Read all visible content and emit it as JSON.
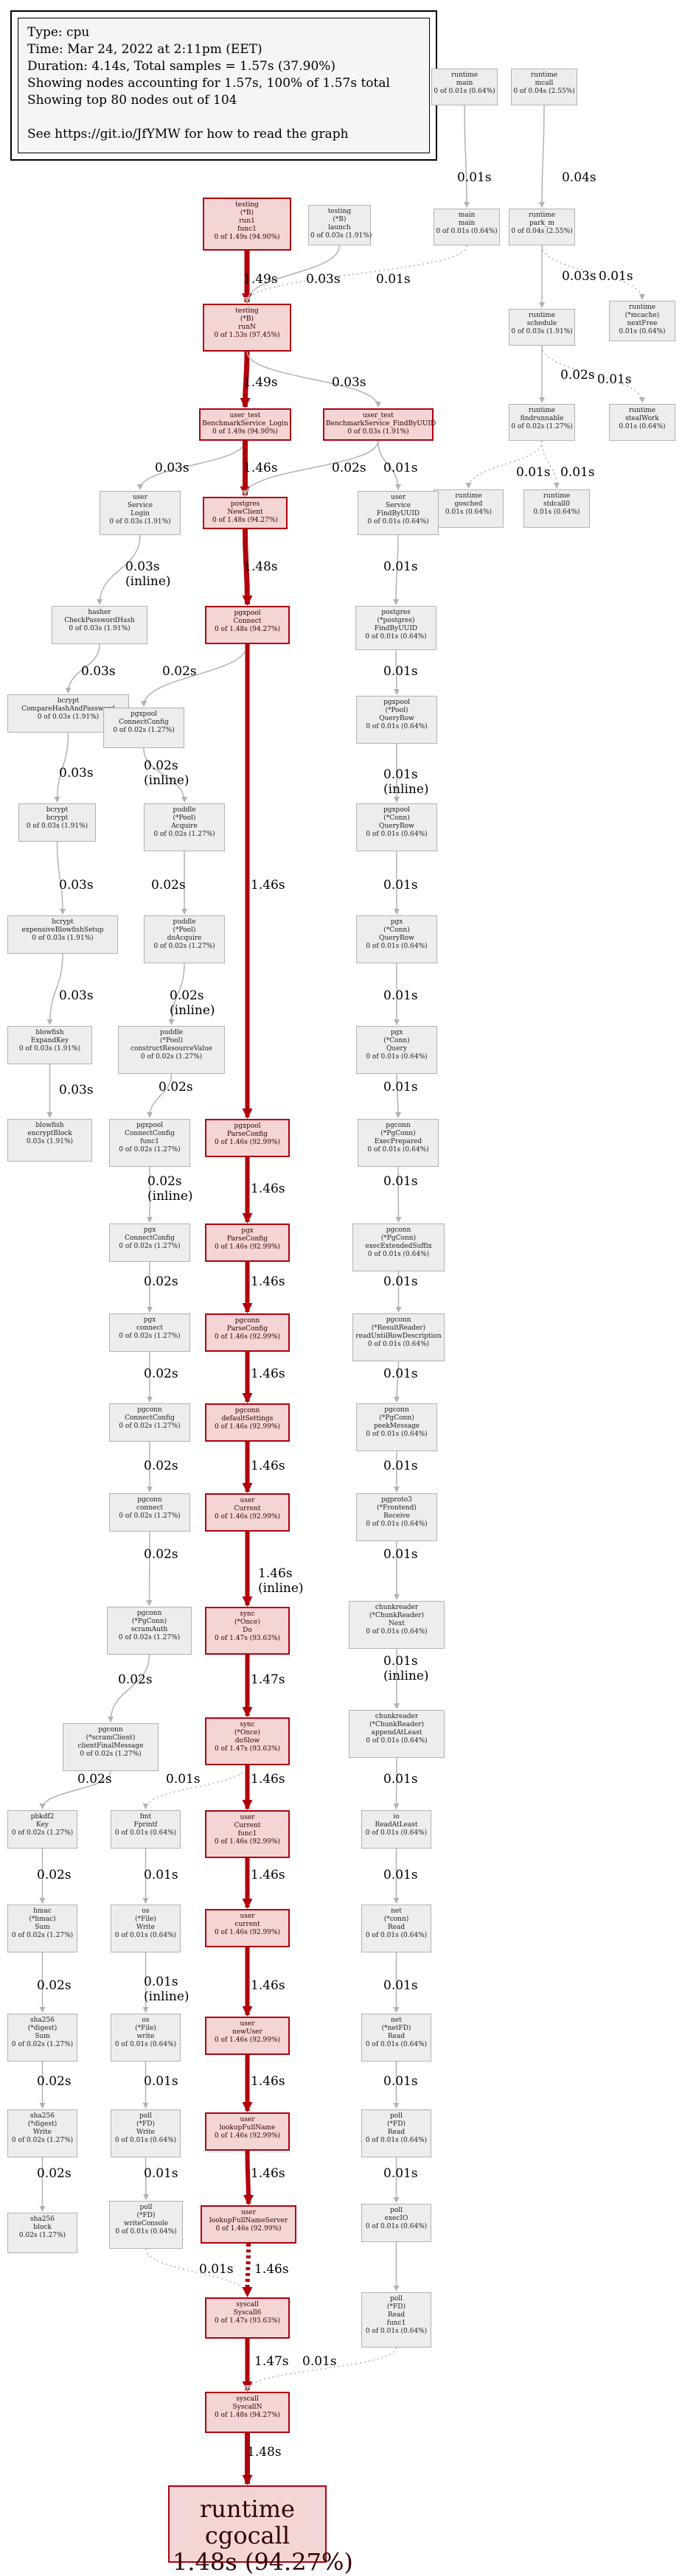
{
  "info": [
    "Type: cpu",
    "Time: Mar 24, 2022 at 2:11pm (EET)",
    "Duration: 4.14s, Total samples = 1.57s (37.90%)",
    "Showing nodes accounting for 1.57s, 100% of 1.57s total",
    "Showing top 80 nodes out of 104",
    "",
    "See https://git.io/JfYMW for how to read the graph"
  ],
  "nodes": {
    "rt_main": [
      "runtime",
      "main",
      "0 of 0.01s (0.64%)"
    ],
    "rt_mcall": [
      "runtime",
      "mcall",
      "0 of 0.04s (2.55%)"
    ],
    "tb_run1": [
      "testing",
      "(*B)",
      "run1",
      "func1",
      "0 of 1.49s (94.90%)"
    ],
    "tb_launch": [
      "testing",
      "(*B)",
      "launch",
      "0 of 0.03s (1.91%)"
    ],
    "main_main": [
      "main",
      "main",
      "0 of 0.01s (0.64%)"
    ],
    "rt_park_m": [
      "runtime",
      "park_m",
      "0 of 0.04s (2.55%)"
    ],
    "tb_runN": [
      "testing",
      "(*B)",
      "runN",
      "0 of 1.53s (97.45%)"
    ],
    "rt_mcache": [
      "runtime",
      "(*mcache)",
      "nextFree",
      "0.01s (0.64%)"
    ],
    "rt_schedule": [
      "runtime",
      "schedule",
      "0 of 0.03s (1.91%)"
    ],
    "rt_findrunnable": [
      "runtime",
      "findrunnable",
      "0 of 0.02s (1.27%)"
    ],
    "rt_stealwork": [
      "runtime",
      "stealWork",
      "0.01s (0.64%)"
    ],
    "ut_login": [
      "user_test",
      "BenchmarkService_Login",
      "0 of 1.49s (94.90%)"
    ],
    "ut_findbyuuid": [
      "user_test",
      "BenchmarkService_FindByUUID",
      "0 of 0.03s (1.91%)"
    ],
    "rt_gosched": [
      "runtime",
      "gosched",
      "0.01s (0.64%)"
    ],
    "rt_stdcall": [
      "runtime",
      "stdcall0",
      "0.01s (0.64%)"
    ],
    "user_login": [
      "user",
      "Service",
      "Login",
      "0 of 0.03s (1.91%)"
    ],
    "pg_newclient": [
      "postgres",
      "NewClient",
      "0 of 1.48s (94.27%)"
    ],
    "user_findbyuuid": [
      "user",
      "Service",
      "FindByUUID",
      "0 of 0.01s (0.64%)"
    ],
    "hasher_check": [
      "hasher",
      "CheckPasswordHash",
      "0 of 0.03s (1.91%)"
    ],
    "pgxpool_connect": [
      "pgxpool",
      "Connect",
      "0 of 1.48s (94.27%)"
    ],
    "pg_findbyuuid": [
      "postgres",
      "(*postgres)",
      "FindByUUID",
      "0 of 0.01s (0.64%)"
    ],
    "bcrypt_compare": [
      "bcrypt",
      "CompareHashAndPassword",
      "0 of 0.03s (1.91%)"
    ],
    "pgxpool_connectconfig": [
      "pgxpool",
      "ConnectConfig",
      "0 of 0.02s (1.27%)"
    ],
    "pgxpool_queryrow": [
      "pgxpool",
      "(*Pool)",
      "QueryRow",
      "0 of 0.01s (0.64%)"
    ],
    "pgxpool_conn_queryrow": [
      "pgxpool",
      "(*Conn)",
      "QueryRow",
      "0 of 0.01s (0.64%)"
    ],
    "bcrypt_bcrypt": [
      "bcrypt",
      "bcrypt",
      "0 of 0.03s (1.91%)"
    ],
    "puddle_acquire": [
      "puddle",
      "(*Pool)",
      "Acquire",
      "0 of 0.02s (1.27%)"
    ],
    "pgx_queryrow": [
      "pgx",
      "(*Conn)",
      "QueryRow",
      "0 of 0.01s (0.64%)"
    ],
    "bcrypt_expensive": [
      "bcrypt",
      "expensiveBlowfishSetup",
      "0 of 0.03s (1.91%)"
    ],
    "puddle_doacquire": [
      "puddle",
      "(*Pool)",
      "doAcquire",
      "0 of 0.02s (1.27%)"
    ],
    "pgx_query": [
      "pgx",
      "(*Conn)",
      "Query",
      "0 of 0.01s (0.64%)"
    ],
    "blowfish_expandkey": [
      "blowfish",
      "ExpandKey",
      "0 of 0.03s (1.91%)"
    ],
    "puddle_construct": [
      "puddle",
      "(*Pool)",
      "constructResourceValue",
      "0 of 0.02s (1.27%)"
    ],
    "blowfish_encrypt": [
      "blowfish",
      "encryptBlock",
      "0.03s (1.91%)"
    ],
    "pgxpool_connectconfig_func1": [
      "pgxpool",
      "ConnectConfig",
      "func1",
      "0 of 0.02s (1.27%)"
    ],
    "pgxpool_parseconfig": [
      "pgxpool",
      "ParseConfig",
      "0 of 1.46s (92.99%)"
    ],
    "pgx_execprepared": [
      "pgconn",
      "(*PgConn)",
      "ExecPrepared",
      "0 of 0.01s (0.64%)"
    ],
    "pgx_connectconfig": [
      "pgx",
      "ConnectConfig",
      "0 of 0.02s (1.27%)"
    ],
    "pgx_parseconfig": [
      "pgx",
      "ParseConfig",
      "0 of 1.46s (92.99%)"
    ],
    "pgconn_execextended": [
      "pgconn",
      "(*PgConn)",
      "execExtendedSuffix",
      "0 of 0.01s (0.64%)"
    ],
    "pgx_connect": [
      "pgx",
      "connect",
      "0 of 0.02s (1.27%)"
    ],
    "pgconn_parseconfig": [
      "pgconn",
      "ParseConfig",
      "0 of 1.46s (92.99%)"
    ],
    "pgconn_readuntil": [
      "pgconn",
      "(*ResultReader)",
      "readUntilRowDescription",
      "0 of 0.01s (0.64%)"
    ],
    "pgconn_connectconfig": [
      "pgconn",
      "ConnectConfig",
      "0 of 0.02s (1.27%)"
    ],
    "pgconn_defaultsettings": [
      "pgconn",
      "defaultSettings",
      "0 of 1.46s (92.99%)"
    ],
    "pgconn_receivemessage": [
      "pgconn",
      "(*PgConn)",
      "peekMessage",
      "0 of 0.01s (0.64%)"
    ],
    "pgconn_connect": [
      "pgconn",
      "connect",
      "0 of 0.02s (1.27%)"
    ],
    "user_current": [
      "user",
      "Current",
      "0 of 1.46s (92.99%)"
    ],
    "pgproto3_receive": [
      "pgproto3",
      "(*Frontend)",
      "Receive",
      "0 of 0.01s (0.64%)"
    ],
    "sync_once_do": [
      "sync",
      "(*Once)",
      "Do",
      "0 of 1.47s (93.63%)"
    ],
    "chunkreader_next": [
      "chunkreader",
      "(*ChunkReader)",
      "Next",
      "0 of 0.01s (0.64%)"
    ],
    "pgconn_scramauth": [
      "pgconn",
      "(*PgConn)",
      "scramAuth",
      "0 of 0.02s (1.27%)"
    ],
    "sync_once_doslow": [
      "sync",
      "(*Once)",
      "doSlow",
      "0 of 1.47s (93.63%)"
    ],
    "chunkreader_append": [
      "chunkreader",
      "(*ChunkReader)",
      "appendAtLeast",
      "0 of 0.01s (0.64%)"
    ],
    "pgconn_clientfinal": [
      "pgconn",
      "(*scramClient)",
      "clientFinalMessage",
      "0 of 0.02s (1.27%)"
    ],
    "fmt_fprintf": [
      "fmt",
      "Fprintf",
      "0 of 0.01s (0.64%)"
    ],
    "user_current_func1": [
      "user",
      "Current",
      "func1",
      "0 of 1.46s (92.99%)"
    ],
    "io_readatleast": [
      "io",
      "ReadAtLeast",
      "0 of 0.01s (0.64%)"
    ],
    "pbkdf2_key": [
      "pbkdf2",
      "Key",
      "0 of 0.02s (1.27%)"
    ],
    "os_file_write": [
      "os",
      "(*File)",
      "Write",
      "0 of 0.01s (0.64%)"
    ],
    "user_current_inner": [
      "user",
      "current",
      "0 of 1.46s (92.99%)"
    ],
    "net_conn_read": [
      "net",
      "(*conn)",
      "Read",
      "0 of 0.01s (0.64%)"
    ],
    "hmac_sum": [
      "hmac",
      "(*hmac)",
      "Sum",
      "0 of 0.02s (1.27%)"
    ],
    "os_file_write2": [
      "os",
      "(*File)",
      "write",
      "0 of 0.01s (0.64%)"
    ],
    "user_newuser": [
      "user",
      "newUser",
      "0 of 1.46s (92.99%)"
    ],
    "net_netfd_read": [
      "net",
      "(*netFD)",
      "Read",
      "0 of 0.01s (0.64%)"
    ],
    "sha256_sum": [
      "sha256",
      "(*digest)",
      "Sum",
      "0 of 0.02s (1.27%)"
    ],
    "poll_fd_write": [
      "poll",
      "(*FD)",
      "Write",
      "0 of 0.01s (0.64%)"
    ],
    "user_lookupfullname": [
      "user",
      "lookupFullName",
      "0 of 1.46s (92.99%)"
    ],
    "poll_fd_read": [
      "poll",
      "(*FD)",
      "Read",
      "0 of 0.01s (0.64%)"
    ],
    "sha256_write": [
      "sha256",
      "(*digest)",
      "Write",
      "0 of 0.02s (1.27%)"
    ],
    "poll_writeconsole": [
      "poll",
      "(*FD)",
      "writeConsole",
      "0 of 0.01s (0.64%)"
    ],
    "user_lookupfullnameserver": [
      "user",
      "lookupFullNameServer",
      "0 of 1.46s (92.99%)"
    ],
    "poll_execio": [
      "poll",
      "execIO",
      "0 of 0.01s (0.64%)"
    ],
    "sha256_block": [
      "sha256",
      "block",
      "0.02s (1.27%)"
    ],
    "syscall_syscall6": [
      "syscall",
      "Syscall6",
      "0 of 1.47s (93.63%)"
    ],
    "poll_fd_read_func1": [
      "poll",
      "(*FD)",
      "Read",
      "func1",
      "0 of 0.01s (0.64%)"
    ],
    "syscall_syscalln": [
      "syscall",
      "SyscallN",
      "0 of 1.48s (94.27%)"
    ],
    "rt_cgocall": [
      "runtime",
      "cgocall",
      "1.48s (94.27%)"
    ]
  },
  "edge_labels": [
    "0.01s",
    "0.04s",
    "1.49s",
    "0.03s",
    "0.01s",
    "0.03s",
    "0.01s",
    "1.49s",
    "0.03s",
    "0.02s",
    "0.01s",
    "0.03s",
    "1.46s",
    "0.02s",
    "0.01s",
    "0.01s",
    "0.01s",
    "0.03s",
    "(inline)",
    "1.48s",
    "0.01s",
    "0.03s",
    "0.02s",
    "0.01s",
    "0.03s",
    "0.02s",
    "(inline)",
    "0.01s",
    "(inline)",
    "0.03s",
    "0.02s",
    "0.01s",
    "0.03s",
    "0.02s",
    "(inline)",
    "1.46s",
    "0.01s",
    "0.03s",
    "0.02s",
    "0.02s",
    "(inline)",
    "0.01s",
    "1.46s",
    "0.02s",
    "0.01s",
    "1.46s",
    "0.02s",
    "0.01s",
    "1.46s",
    "0.02s",
    "0.01s",
    "1.46s",
    "0.02s",
    "0.01s",
    "1.46s",
    "(inline)",
    "0.02s",
    "0.01s",
    "1.47s",
    "0.01s",
    "(inline)",
    "0.02s",
    "0.01s",
    "1.46s",
    "0.01s",
    "0.02s",
    "0.01s",
    "1.46s",
    "0.01s",
    "0.02s",
    "0.01s",
    "(inline)",
    "1.46s",
    "0.01s",
    "0.02s",
    "0.01s",
    "1.46s",
    "0.01s",
    "0.02s",
    "0.01s",
    "1.46s",
    "0.01s",
    "0.01s",
    "1.46s",
    "1.47s",
    "0.01s",
    "1.48s"
  ]
}
